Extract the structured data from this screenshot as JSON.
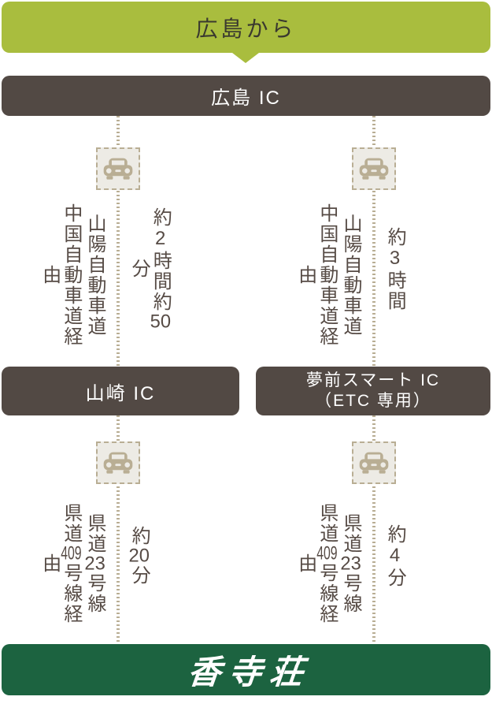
{
  "origin": {
    "label": "広島から"
  },
  "start_ic": {
    "label": "広島 IC"
  },
  "destination": {
    "logo": "香寺荘"
  },
  "colors": {
    "origin_green": "#a9bd3e",
    "bar_brown": "#524944",
    "dest_green": "#1c6340",
    "line_tan": "#b9ae94",
    "car_box_bg": "#edebe5",
    "vertical_text": "#564b45"
  },
  "icons": {
    "car": "car-icon",
    "pointer": "down-arrow-pointer"
  },
  "routes": {
    "left": {
      "leg1": {
        "via": [
          {
            "pre": "山陽自動車道",
            "num": "",
            "post": ""
          },
          {
            "pre": "中国自動車道経由",
            "num": "",
            "post": ""
          }
        ],
        "duration": {
          "pre": "約2時間約",
          "num": "50",
          "post": "分"
        }
      },
      "mid": {
        "line1": "山崎 IC",
        "line2": ""
      },
      "leg2": {
        "via": [
          {
            "pre": "県道",
            "num": "23",
            "post": "号線"
          },
          {
            "pre": "県道",
            "num": "409",
            "post": "号線経由"
          }
        ],
        "duration": {
          "pre": "約",
          "num": "20",
          "post": "分"
        }
      }
    },
    "right": {
      "leg1": {
        "via": [
          {
            "pre": "山陽自動車道",
            "num": "",
            "post": ""
          },
          {
            "pre": "中国自動車道経由",
            "num": "",
            "post": ""
          }
        ],
        "duration": {
          "pre": "約3時間",
          "num": "",
          "post": ""
        }
      },
      "mid": {
        "line1": "夢前スマート IC",
        "line2": "（ETC 専用）"
      },
      "leg2": {
        "via": [
          {
            "pre": "県道",
            "num": "23",
            "post": "号線"
          },
          {
            "pre": "県道",
            "num": "409",
            "post": "号線経由"
          }
        ],
        "duration": {
          "pre": "約4分",
          "num": "",
          "post": ""
        }
      }
    }
  }
}
